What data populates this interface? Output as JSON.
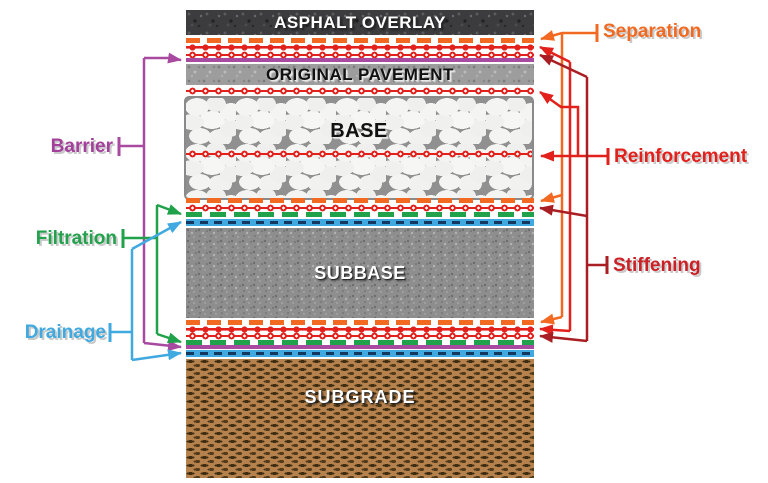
{
  "diagram": {
    "type": "pavement-geosynthetics-functions",
    "layers": {
      "asphalt_overlay": "ASPHALT OVERLAY",
      "original_pavement": "ORIGINAL PAVEMENT",
      "base": "BASE",
      "subbase": "SUBBASE",
      "subgrade": "SUBGRADE"
    },
    "functions": {
      "separation": {
        "label": "Separation",
        "color": "#f26a21"
      },
      "reinforcement": {
        "label": "Reinforcement",
        "color": "#e2211c"
      },
      "stiffening": {
        "label": "Stiffening",
        "color": "#b5202a"
      },
      "barrier": {
        "label": "Barrier",
        "color": "#a3409b"
      },
      "filtration": {
        "label": "Filtration",
        "color": "#23a24d"
      },
      "drainage": {
        "label": "Drainage",
        "color": "#3fa9e0"
      }
    },
    "geosynthetic_interfaces": [
      {
        "location": "asphalt overlay / original pavement",
        "lines": [
          "orange-dashed-geotextile",
          "red-dot-geogrid",
          "red-circle-geogrid",
          "purple-membrane"
        ],
        "functions": [
          "separation",
          "reinforcement",
          "stiffening",
          "barrier"
        ]
      },
      {
        "location": "original pavement / top of base",
        "lines": [
          "red-circle-geogrid"
        ],
        "functions": [
          "reinforcement"
        ]
      },
      {
        "location": "within base",
        "lines": [
          "red-circle-geogrid"
        ],
        "functions": [
          "reinforcement"
        ]
      },
      {
        "location": "base / subbase",
        "lines": [
          "orange-dashed-geotextile",
          "red-circle-geogrid",
          "green-dashed-geotextile",
          "blue-drain-layer"
        ],
        "functions": [
          "separation",
          "stiffening",
          "filtration",
          "drainage"
        ]
      },
      {
        "location": "subbase / subgrade",
        "lines": [
          "orange-dashed-geotextile",
          "red-dot-geogrid",
          "red-circle-geogrid",
          "green-dashed-geotextile",
          "purple-membrane",
          "blue-drain-layer"
        ],
        "functions": [
          "separation",
          "reinforcement",
          "stiffening",
          "filtration",
          "barrier",
          "drainage"
        ]
      }
    ]
  }
}
